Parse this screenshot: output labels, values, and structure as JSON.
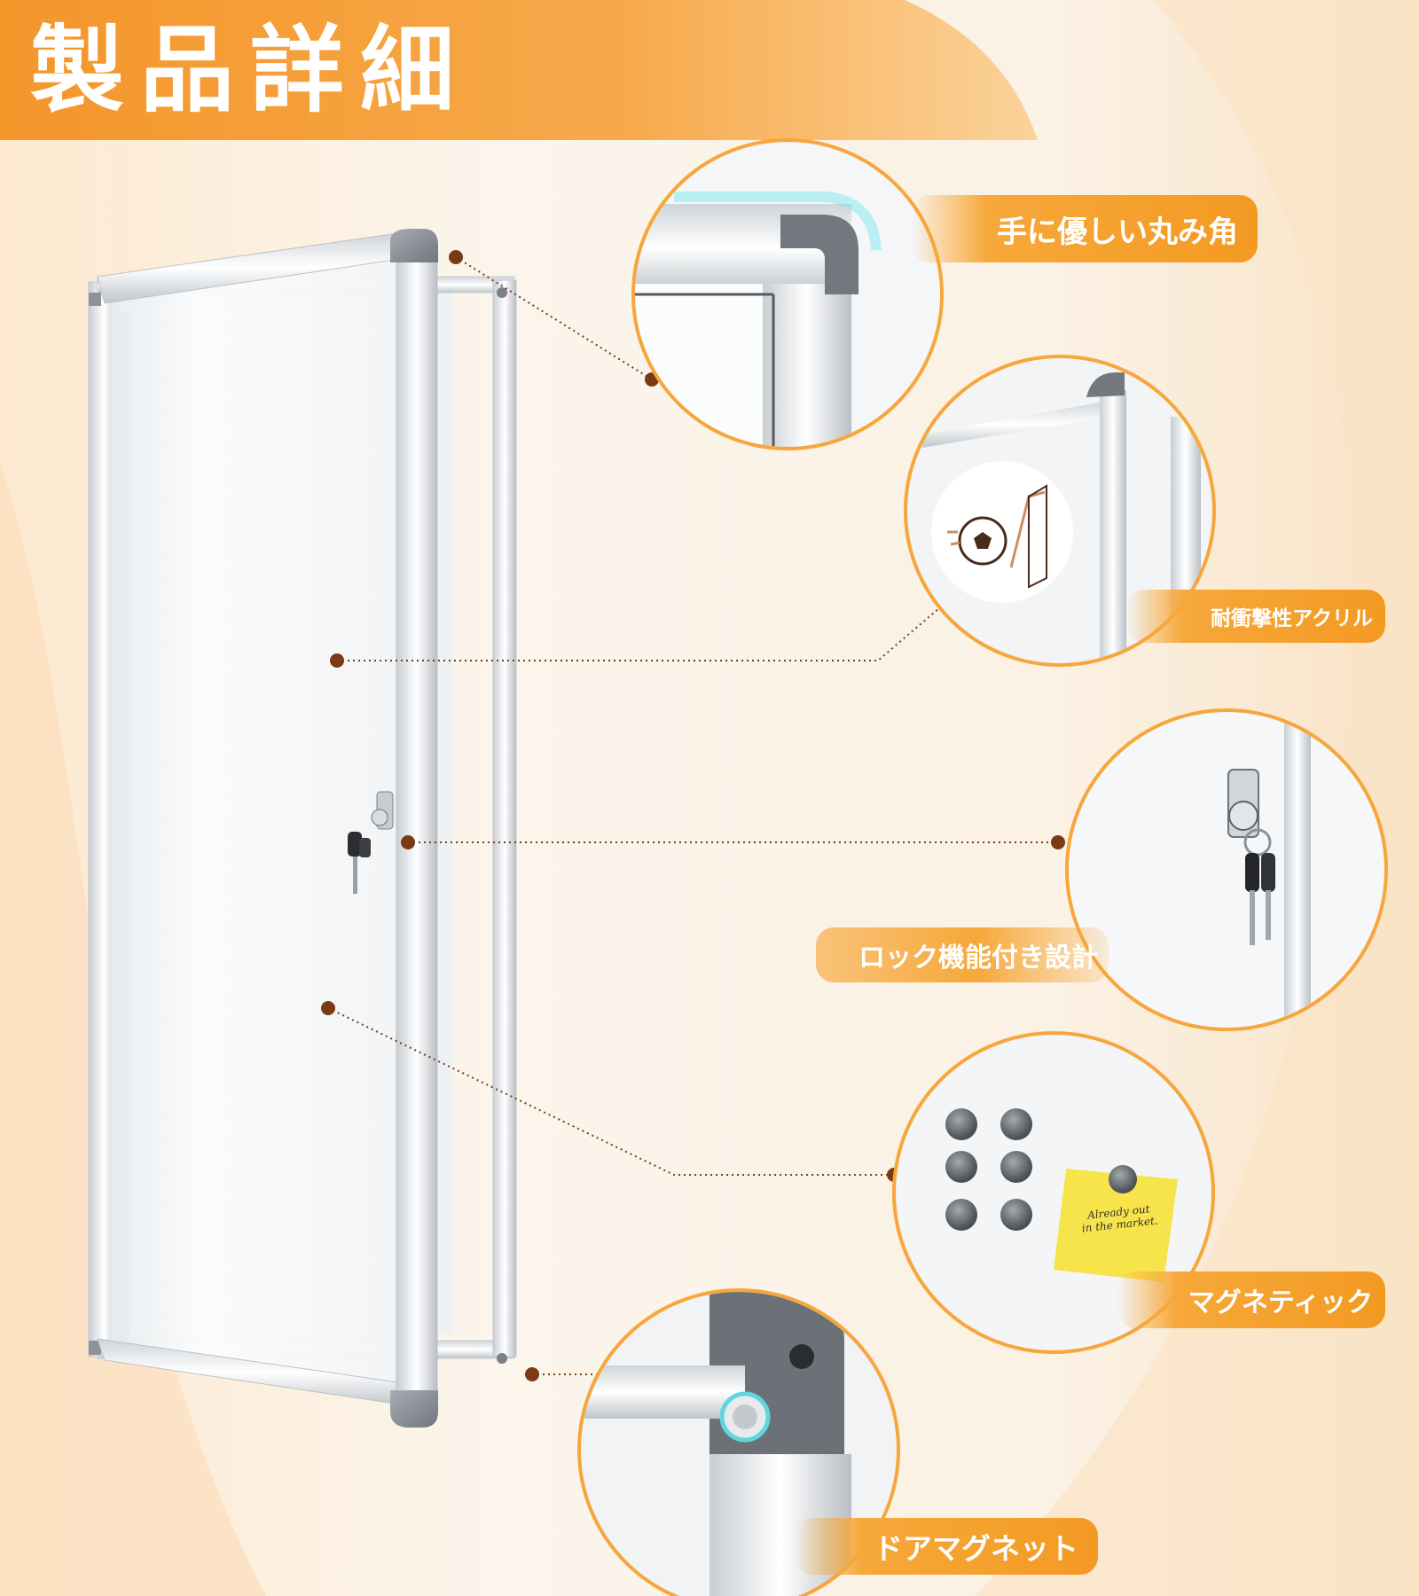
{
  "page_title": "製品詳細",
  "features": [
    {
      "label": "手に優しい丸み角"
    },
    {
      "label": "耐衝撃性アクリル"
    },
    {
      "label": "ロック機能付き設計"
    },
    {
      "label": "マグネティック"
    },
    {
      "label": "ドアマグネット"
    }
  ],
  "sticky_note": {
    "text_line1": "Already out",
    "text_line2": "in the market."
  },
  "colors": {
    "accent": "#f39a22",
    "accent_light": "#f9c37a",
    "dot": "#7a3a14",
    "background": "#fbf6ee"
  }
}
